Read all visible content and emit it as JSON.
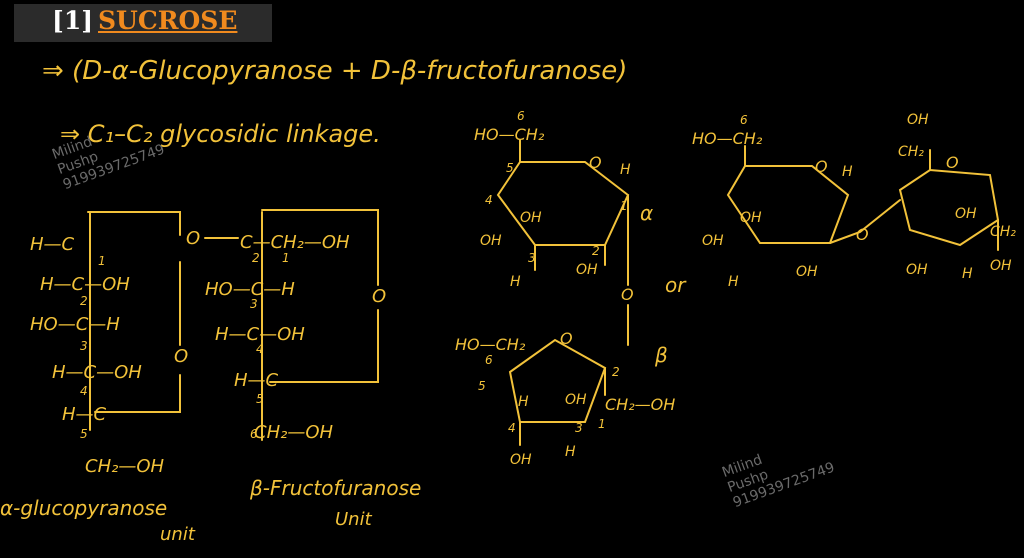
{
  "title": {
    "number": "[1]",
    "word": "SUCROSE"
  },
  "lines": {
    "composition": "⇒ (D-α-Glucopyranose + D-β-fructofuranose)",
    "linkage": "⇒ C₁–C₂ glycosidic linkage."
  },
  "fischer": {
    "glucose": {
      "rows": [
        "H—C",
        "H—C—OH",
        "HO—C—H",
        "H—C—OH",
        "H—C",
        "CH₂—OH"
      ],
      "numbers": [
        "1",
        "2",
        "3",
        "4",
        "5"
      ],
      "label": "α-glucopyranose",
      "unit": "unit"
    },
    "fructose": {
      "rows": [
        "C—CH₂—OH",
        "HO—C—H",
        "H—C—OH",
        "H—C",
        "CH₂—OH"
      ],
      "numbers": [
        "2",
        "1",
        "3",
        "4",
        "5",
        "6"
      ],
      "label": "β-Fructofuranose",
      "unit": "Unit"
    },
    "ring_oxygen": "O",
    "bridge_oxygen": "O"
  },
  "haworth": {
    "glucose_ring": {
      "ring_O": "O",
      "ch2oh": "HO—CH₂",
      "c6": "6",
      "H": "H",
      "OH": "OH",
      "nums": [
        "5",
        "4",
        "3",
        "2",
        "1"
      ],
      "alpha": "α"
    },
    "fructose_ring": {
      "ring_O": "O",
      "ch2oh_top": "HO—CH₂",
      "ch2oh_right": "CH₂—OH",
      "H": "H",
      "OH": "OH",
      "nums": [
        "6",
        "5",
        "4",
        "3",
        "2",
        "1"
      ],
      "beta": "β"
    },
    "link_O": "O",
    "or": "or",
    "alt": {
      "ch2oh": "HO—CH₂",
      "c6": "6",
      "OH": "OH",
      "H": "H",
      "O": "O",
      "CH2": "CH₂"
    }
  },
  "watermark": {
    "name1": "Milind",
    "name2": "Pushp",
    "phone": "919939725749"
  },
  "colors": {
    "ink": "#f2c23a",
    "title_accent": "#f08a1e",
    "title_bg": "#2b2b2b",
    "watermark": "#6a6a6a"
  }
}
